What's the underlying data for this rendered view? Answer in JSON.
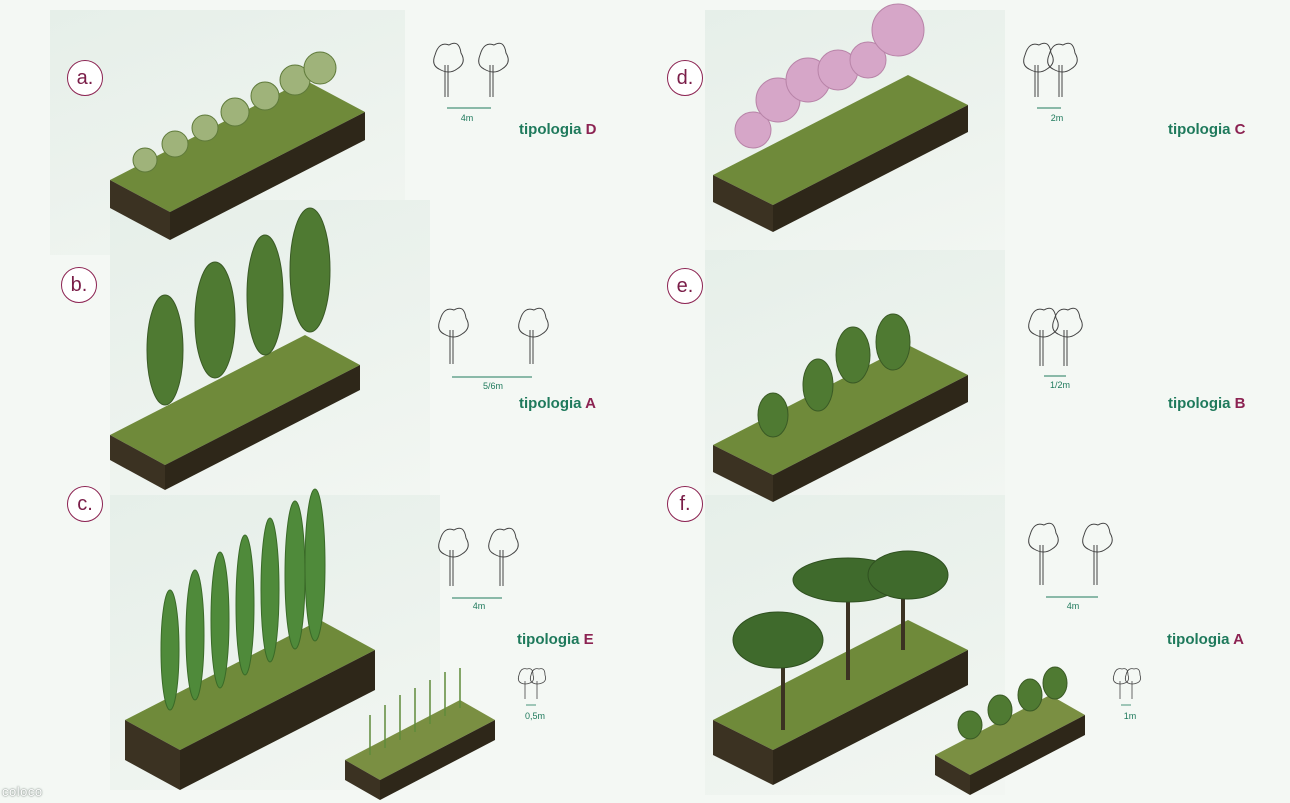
{
  "panels": [
    {
      "id": "a",
      "label": "a.",
      "tipologia_prefix": "tipologia",
      "tipologia_letter": "D",
      "spacing": "4m"
    },
    {
      "id": "b",
      "label": "b.",
      "tipologia_prefix": "tipologia",
      "tipologia_letter": "A",
      "spacing": "5/6m"
    },
    {
      "id": "c",
      "label": "c.",
      "tipologia_prefix": "tipologia",
      "tipologia_letter": "E",
      "spacing": "4m",
      "spacing_small": "0,5m"
    },
    {
      "id": "d",
      "label": "d.",
      "tipologia_prefix": "tipologia",
      "tipologia_letter": "C",
      "spacing": "2m"
    },
    {
      "id": "e",
      "label": "e.",
      "tipologia_prefix": "tipologia",
      "tipologia_letter": "B",
      "spacing": "1/2m"
    },
    {
      "id": "f",
      "label": "f.",
      "tipologia_prefix": "tipologia",
      "tipologia_letter": "A",
      "spacing": "4m",
      "spacing_small": "1m"
    }
  ],
  "brand": "coloco",
  "colors": {
    "label_accent": "#8c2352",
    "tipologia_text": "#1f7a5c",
    "soil": "#3b3222",
    "grass": "#6f8a3a",
    "foliage_light": "#9fb37a",
    "foliage_dark": "#4f7a32",
    "blossom": "#d6a6c8"
  },
  "icons": [
    "tree-outline-icon",
    "isometric-landscape-block"
  ]
}
